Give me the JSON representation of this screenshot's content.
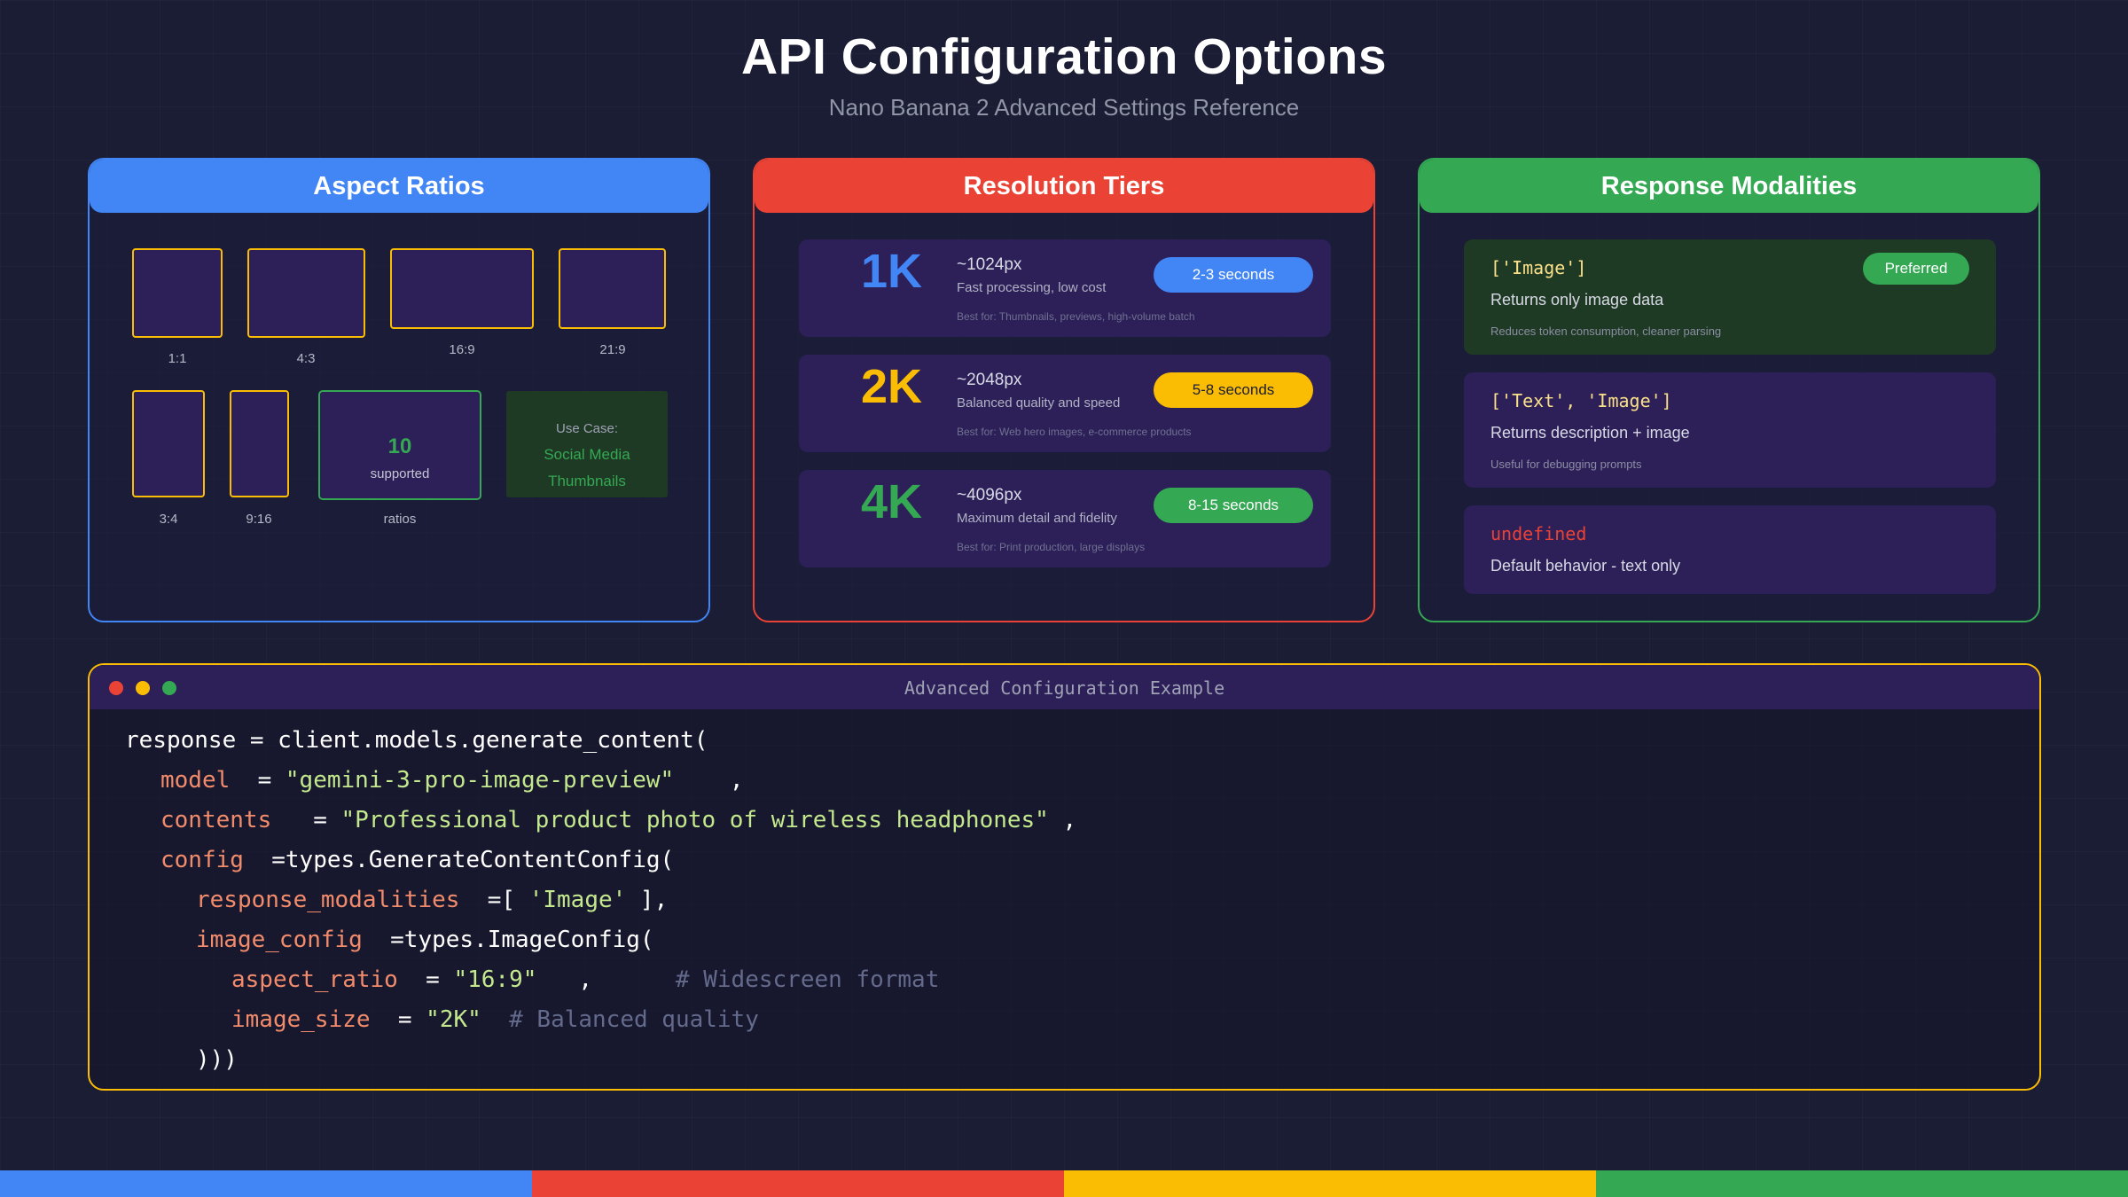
{
  "header": {
    "title": "API Configuration Options",
    "subtitle": "Nano Banana 2 Advanced Settings Reference"
  },
  "aspect_ratios": {
    "title": "Aspect Ratios",
    "ratios": [
      "1:1",
      "4:3",
      "16:9",
      "21:9",
      "3:4",
      "9:16"
    ],
    "count": "10",
    "count_sub": "supported",
    "count_label": "ratios",
    "use_case_label": "Use Case:",
    "use_case_lines": [
      "Social Media",
      "Thumbnails"
    ]
  },
  "resolution": {
    "title": "Resolution Tiers",
    "tiers": [
      {
        "label": "1K",
        "px": "~1024px",
        "desc": "Fast processing, low cost",
        "time": "2-3 seconds",
        "best": "Best for: Thumbnails, previews, high-volume batch",
        "color": "#4285f4"
      },
      {
        "label": "2K",
        "px": "~2048px",
        "desc": "Balanced quality and speed",
        "time": "5-8 seconds",
        "best": "Best for: Web hero images, e-commerce products",
        "color": "#fbbc04"
      },
      {
        "label": "4K",
        "px": "~4096px",
        "desc": "Maximum detail and fidelity",
        "time": "8-15 seconds",
        "best": "Best for: Print production, large displays",
        "color": "#34a853"
      }
    ]
  },
  "modalities": {
    "title": "Response Modalities",
    "items": [
      {
        "code": "['Image']",
        "desc": "Returns only image data",
        "note": "Reduces token consumption, cleaner parsing",
        "badge": "Preferred"
      },
      {
        "code": "['Text', 'Image']",
        "desc": "Returns description + image",
        "note": "Useful for debugging prompts"
      },
      {
        "code": "undefined",
        "desc": "Default behavior - text only"
      }
    ]
  },
  "code_example": {
    "title": "Advanced Configuration Example",
    "lines": [
      [
        {
          "t": "response = client.models.generate_content(",
          "c": "plain"
        }
      ],
      [
        {
          "t": "model",
          "c": "key"
        },
        {
          "t": "  = ",
          "c": "plain"
        },
        {
          "t": "\"gemini-3-pro-image-preview\"",
          "c": "str"
        },
        {
          "t": "    ,",
          "c": "plain"
        }
      ],
      [
        {
          "t": "contents",
          "c": "key"
        },
        {
          "t": "   = ",
          "c": "plain"
        },
        {
          "t": "\"Professional product photo of wireless headphones\"",
          "c": "str"
        },
        {
          "t": " ,",
          "c": "plain"
        }
      ],
      [
        {
          "t": "config",
          "c": "key"
        },
        {
          "t": "  =types.GenerateContentConfig(",
          "c": "plain"
        }
      ],
      [
        {
          "t": "response_modalities",
          "c": "key"
        },
        {
          "t": "  =[ ",
          "c": "plain"
        },
        {
          "t": "'Image'",
          "c": "str"
        },
        {
          "t": " ],",
          "c": "plain"
        }
      ],
      [
        {
          "t": "image_config",
          "c": "key"
        },
        {
          "t": "  =types.ImageConfig(",
          "c": "plain"
        }
      ],
      [
        {
          "t": "aspect_ratio",
          "c": "key"
        },
        {
          "t": "  = ",
          "c": "plain"
        },
        {
          "t": "\"16:9\"",
          "c": "str"
        },
        {
          "t": "   ,",
          "c": "plain"
        },
        {
          "t": "      # Widescreen format",
          "c": "cmt"
        }
      ],
      [
        {
          "t": "image_size",
          "c": "key"
        },
        {
          "t": "  = ",
          "c": "plain"
        },
        {
          "t": "\"2K\"",
          "c": "str"
        },
        {
          "t": "  # Balanced quality",
          "c": "cmt"
        }
      ],
      [
        {
          "t": ")))",
          "c": "plain"
        }
      ]
    ]
  },
  "colors": {
    "blue": "#4285f4",
    "red": "#ea4335",
    "yellow": "#fbbc04",
    "green": "#34a853"
  }
}
